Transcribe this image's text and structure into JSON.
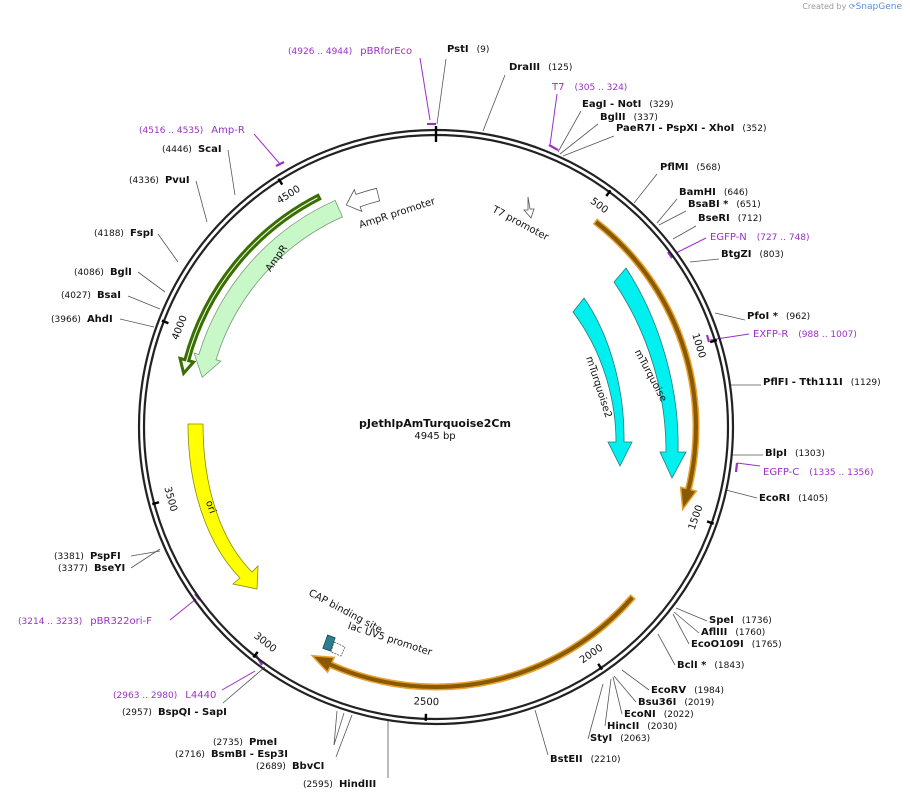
{
  "credit": {
    "prefix": "Created by",
    "brand": "SnapGene"
  },
  "plasmid": {
    "name": "pJethlpAmTurquoise2Cm",
    "size_label": "4945 bp",
    "length": 4945
  },
  "colors": {
    "backbone": "#222222",
    "enzyme_text": "#111111",
    "primer": "#9b30c8",
    "leader_line": "#555555",
    "ampr_fill": "#c8f7c8",
    "cyan_fill": "#00f0f0",
    "ori_fill": "#ffff00",
    "orange_border": "#e8a030",
    "green_dark": "#3a6e00",
    "cap_fill": "#2a8090"
  },
  "ticks": [
    {
      "bp": 0,
      "label": ""
    },
    {
      "bp": 500,
      "label": "500"
    },
    {
      "bp": 1000,
      "label": "1000"
    },
    {
      "bp": 1500,
      "label": "1500"
    },
    {
      "bp": 2000,
      "label": "2000"
    },
    {
      "bp": 2500,
      "label": "2500"
    },
    {
      "bp": 3000,
      "label": "3000"
    },
    {
      "bp": 3500,
      "label": "3500"
    },
    {
      "bp": 4000,
      "label": "4000"
    },
    {
      "bp": 4500,
      "label": "4500"
    }
  ],
  "enzyme_labels": [
    {
      "name": "PstI",
      "pos": "(9)",
      "bp": 9
    },
    {
      "name": "DraIII",
      "pos": "(125)",
      "bp": 125
    },
    {
      "name": "EagI  - NotI",
      "pos": "(329)",
      "bp": 329
    },
    {
      "name": "BglII",
      "pos": "(337)",
      "bp": 337
    },
    {
      "name": "PaeR7I  - PspXI  - XhoI",
      "pos": "(352)",
      "bp": 352
    },
    {
      "name": "PflMI",
      "pos": "(568)",
      "bp": 568
    },
    {
      "name": "BamHI",
      "pos": "(646)",
      "bp": 646
    },
    {
      "name": "BsaBI *",
      "pos": "(651)",
      "bp": 651
    },
    {
      "name": "BseRI",
      "pos": "(712)",
      "bp": 712
    },
    {
      "name": "BtgZI",
      "pos": "(803)",
      "bp": 803
    },
    {
      "name": "PfoI *",
      "pos": "(962)",
      "bp": 962
    },
    {
      "name": "PflFI  - Tth111I",
      "pos": "(1129)",
      "bp": 1129
    },
    {
      "name": "BlpI",
      "pos": "(1303)",
      "bp": 1303
    },
    {
      "name": "EcoRI",
      "pos": "(1405)",
      "bp": 1405
    },
    {
      "name": "SpeI",
      "pos": "(1736)",
      "bp": 1736
    },
    {
      "name": "AflIII",
      "pos": "(1760)",
      "bp": 1760
    },
    {
      "name": "EcoO109I",
      "pos": "(1765)",
      "bp": 1765
    },
    {
      "name": "BclI *",
      "pos": "(1843)",
      "bp": 1843
    },
    {
      "name": "EcoRV",
      "pos": "(1984)",
      "bp": 1984
    },
    {
      "name": "Bsu36I",
      "pos": "(2019)",
      "bp": 2019
    },
    {
      "name": "EcoNI",
      "pos": "(2022)",
      "bp": 2022
    },
    {
      "name": "HincII",
      "pos": "(2030)",
      "bp": 2030
    },
    {
      "name": "StyI",
      "pos": "(2063)",
      "bp": 2063
    },
    {
      "name": "BstEII",
      "pos": "(2210)",
      "bp": 2210
    },
    {
      "name": "HindIII",
      "pos": "(2595)",
      "bp": 2595
    },
    {
      "name": "BbvCI",
      "pos": "(2689)",
      "bp": 2689
    },
    {
      "name": "BsmBI  - Esp3I",
      "pos": "(2716)",
      "bp": 2716
    },
    {
      "name": "PmeI",
      "pos": "(2735)",
      "bp": 2735
    },
    {
      "name": "BspQI  - SapI",
      "pos": "(2957)",
      "bp": 2957
    },
    {
      "name": "BseYI",
      "pos": "(3377)",
      "bp": 3377
    },
    {
      "name": "PspFI",
      "pos": "(3381)",
      "bp": 3381
    },
    {
      "name": "AhdI",
      "pos": "(3966)",
      "bp": 3966
    },
    {
      "name": "BsaI",
      "pos": "(4027)",
      "bp": 4027
    },
    {
      "name": "BglI",
      "pos": "(4086)",
      "bp": 4086
    },
    {
      "name": "FspI",
      "pos": "(4188)",
      "bp": 4188
    },
    {
      "name": "PvuI",
      "pos": "(4336)",
      "bp": 4336
    },
    {
      "name": "ScaI",
      "pos": "(4446)",
      "bp": 4446
    }
  ],
  "primer_labels": [
    {
      "name": "pBRforEco",
      "pos": "(4926 .. 4944)",
      "bp": 4935
    },
    {
      "name": "T7",
      "pos": "(305 .. 324)",
      "bp": 315
    },
    {
      "name": "EGFP-N",
      "pos": "(727 .. 748)",
      "bp": 737
    },
    {
      "name": "EXFP-R",
      "pos": "(988 .. 1007)",
      "bp": 997
    },
    {
      "name": "EGFP-C",
      "pos": "(1335 .. 1356)",
      "bp": 1345
    },
    {
      "name": "pBR322ori-F",
      "pos": "(3214 .. 3233)",
      "bp": 3223
    },
    {
      "name": "L4440",
      "pos": "(2963 .. 2980)",
      "bp": 2971
    },
    {
      "name": "Amp-R",
      "pos": "(4516 .. 4535)",
      "bp": 4525
    }
  ],
  "features": [
    {
      "name": "AmpR promoter",
      "start": 4650,
      "end": 4545,
      "kind": "promoter"
    },
    {
      "name": "AmpR",
      "start": 4515,
      "end": 3930,
      "kind": "gene"
    },
    {
      "name": "T7 promoter",
      "start": 290,
      "end": 350,
      "kind": "promoter"
    },
    {
      "name": "mTurquoise",
      "kind": "gene"
    },
    {
      "name": "mTurquoise2",
      "kind": "gene"
    },
    {
      "name": "ori",
      "kind": "origin"
    },
    {
      "name": "CAP binding site",
      "kind": "site"
    },
    {
      "name": "lac UV5 promoter",
      "kind": "promoter"
    }
  ]
}
